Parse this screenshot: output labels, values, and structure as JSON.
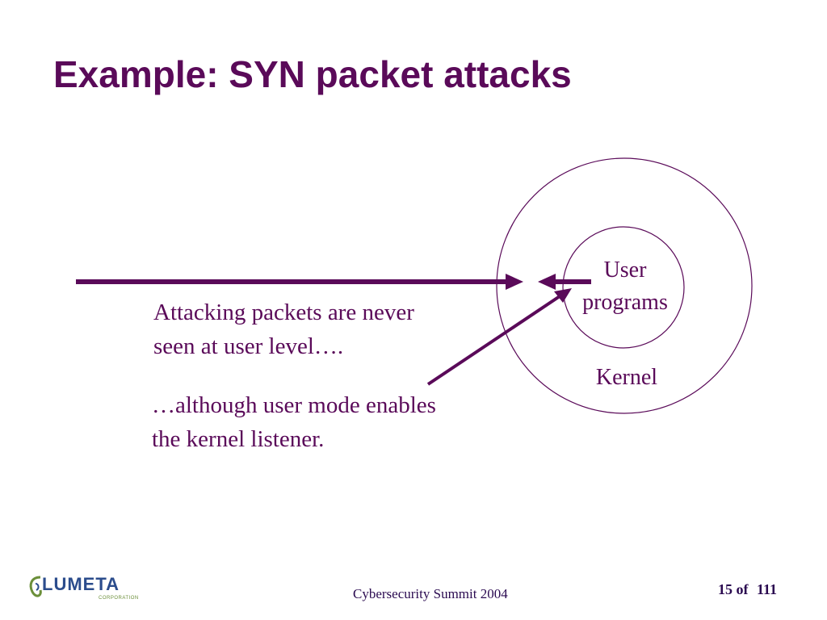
{
  "slide": {
    "title": "Example: SYN packet attacks"
  },
  "diagram": {
    "inner_circle_label": "User\nprograms",
    "outer_circle_label": "Kernel",
    "caption_1": "Attacking packets are never\nseen at user level….",
    "caption_2": "…although user mode enables\nthe kernel listener.",
    "colors": {
      "stroke": "#5a0a59",
      "arrow": "#5a0a59",
      "text": "#5a0a59"
    }
  },
  "footer": {
    "event": "Cybersecurity Summit 2004",
    "page_current": "15",
    "page_of": "of",
    "page_total": "111",
    "logo_text": "LUMETA",
    "logo_subtext": "CORPORATION"
  }
}
